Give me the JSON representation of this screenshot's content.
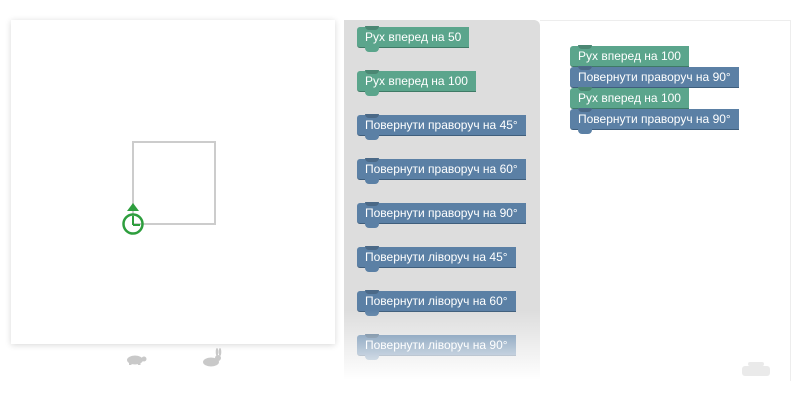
{
  "toolbox": {
    "blocks": [
      {
        "label": "Рух вперед на 50",
        "kind": "move"
      },
      {
        "label": "Рух вперед на 100",
        "kind": "move"
      },
      {
        "label": "Повернути праворуч на 45°",
        "kind": "turn"
      },
      {
        "label": "Повернути праворуч на 60°",
        "kind": "turn"
      },
      {
        "label": "Повернути праворуч на 90°",
        "kind": "turn"
      },
      {
        "label": "Повернути ліворуч на 45°",
        "kind": "turn"
      },
      {
        "label": "Повернути ліворуч на 60°",
        "kind": "turn"
      },
      {
        "label": "Повернути ліворуч на 90°",
        "kind": "turn"
      }
    ]
  },
  "workspace": {
    "program": [
      {
        "label": "Рух вперед на 100",
        "kind": "move"
      },
      {
        "label": "Повернути праворуч на 90°",
        "kind": "turn"
      },
      {
        "label": "Рух вперед на 100",
        "kind": "move"
      },
      {
        "label": "Повернути праворуч на 90°",
        "kind": "turn"
      }
    ]
  },
  "speed_controls": {
    "slow_icon": "turtle-icon",
    "fast_icon": "rabbit-icon"
  },
  "colors": {
    "move_block": "#5ba58c",
    "turn_block": "#5b80a5",
    "toolbox_bg": "#dddddd",
    "path_line": "#cccccc",
    "turtle": "#2e9e3e"
  }
}
